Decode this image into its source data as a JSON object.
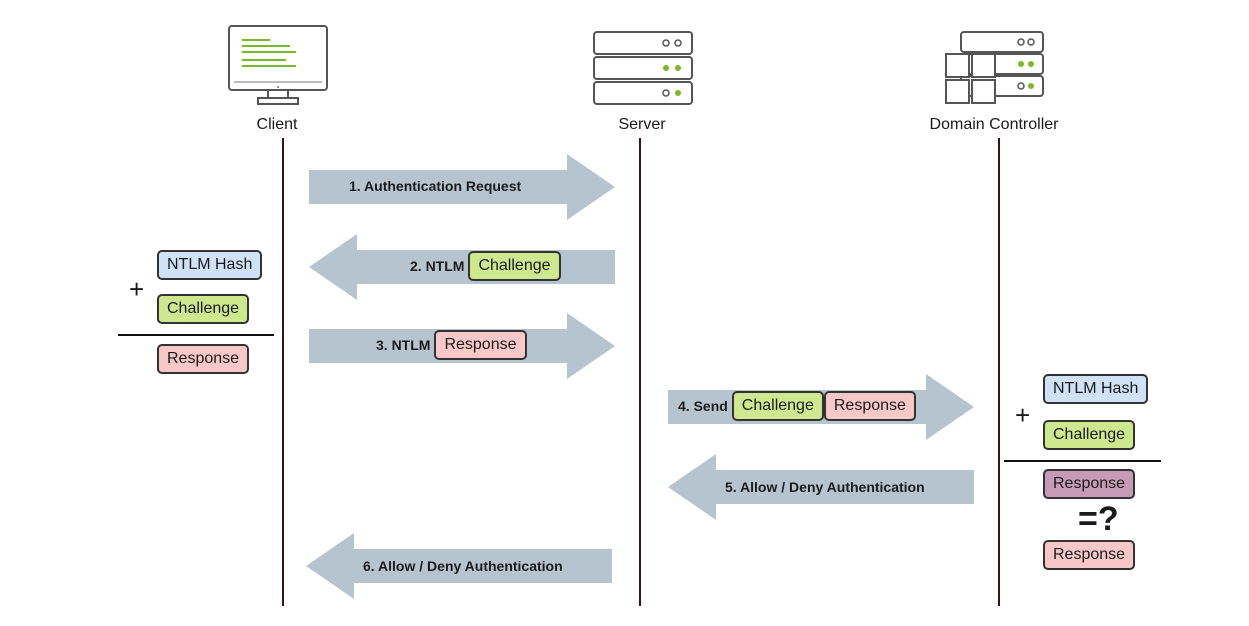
{
  "actors": {
    "client": "Client",
    "server": "Server",
    "dc": "Domain Controller"
  },
  "steps": {
    "s1": "1. Authentication Request",
    "s2_prefix": "2. NTLM",
    "s2_pill": "Challenge",
    "s3_prefix": "3. NTLM",
    "s3_pill": "Response",
    "s4_prefix": "4. Send",
    "s4_pill1": "Challenge",
    "s4_pill2": "Response",
    "s5": "5. Allow / Deny Authentication",
    "s6": "6. Allow / Deny Authentication"
  },
  "client_calc": {
    "hash": "NTLM Hash",
    "plus": "+",
    "challenge": "Challenge",
    "response": "Response"
  },
  "dc_calc": {
    "hash": "NTLM Hash",
    "plus": "+",
    "challenge": "Challenge",
    "response": "Response",
    "compare": "=?",
    "stored_response": "Response"
  },
  "colors": {
    "arrow": "#b6c4d0",
    "lifeline": "#3a1414",
    "green_accent": "#7ab929"
  }
}
